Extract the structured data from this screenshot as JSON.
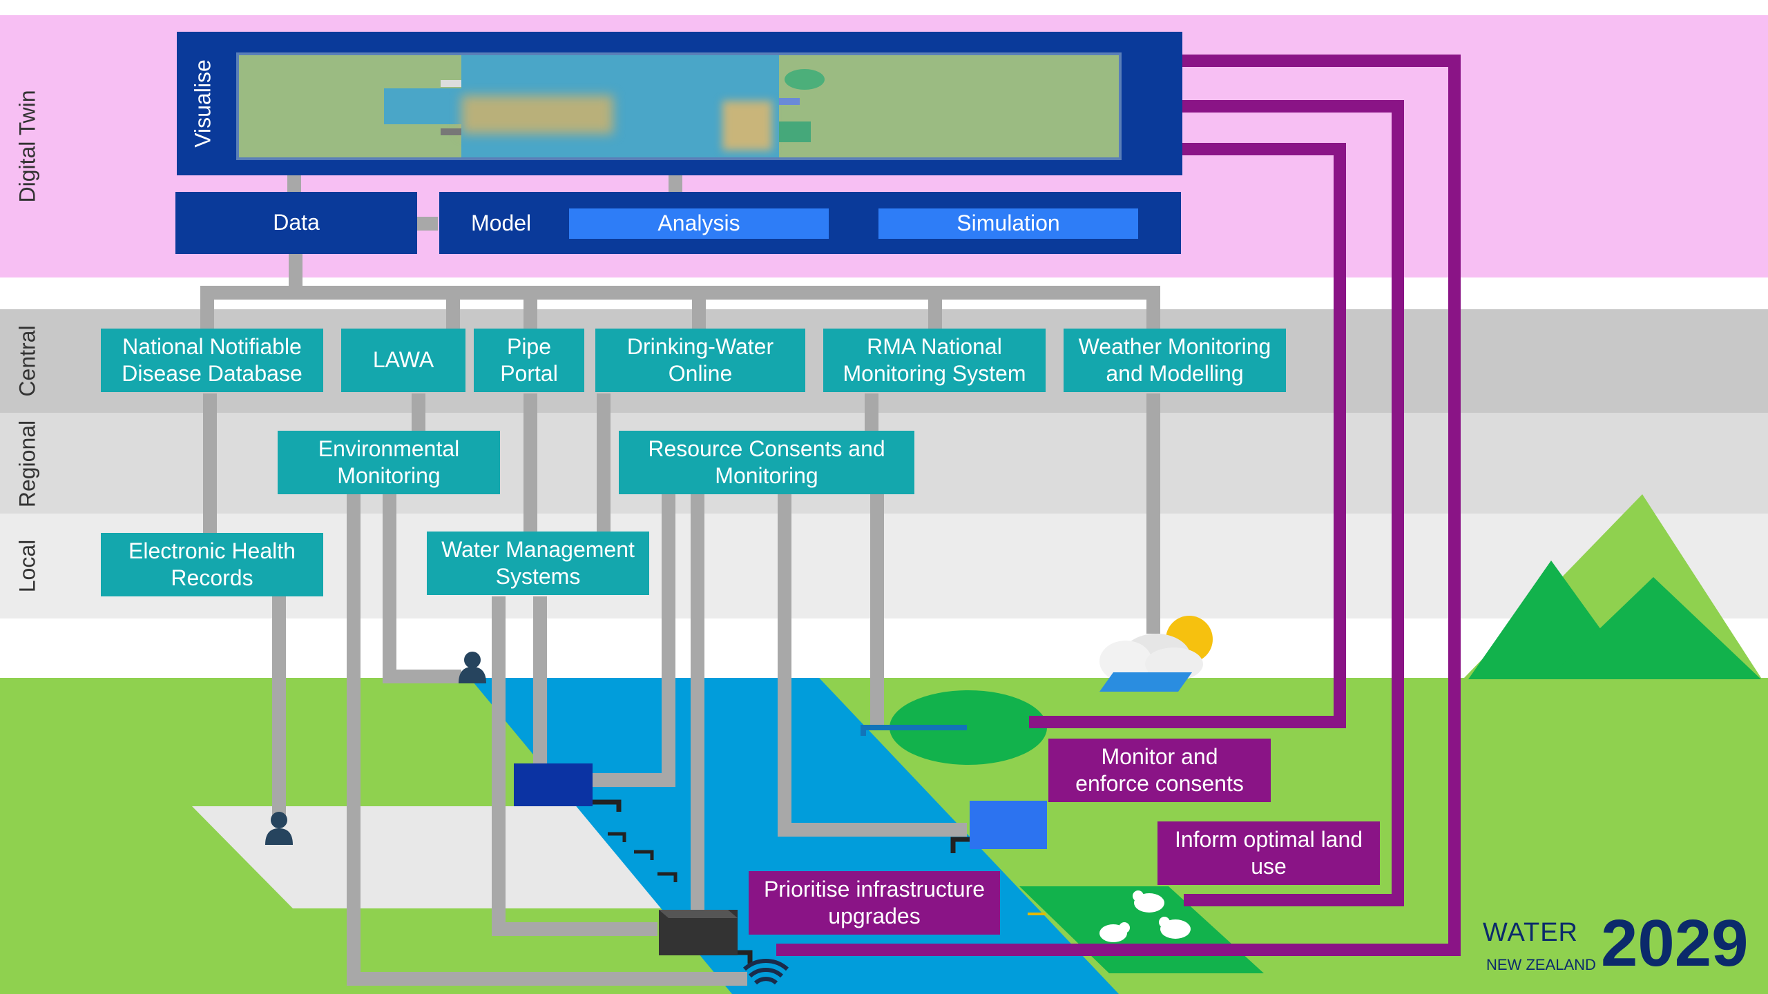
{
  "bands": {
    "digital_twin": "Digital Twin",
    "central": "Central",
    "regional": "Regional",
    "local": "Local"
  },
  "twin": {
    "visualise": "Visualise",
    "data": "Data",
    "model": "Model",
    "analysis": "Analysis",
    "simulation": "Simulation"
  },
  "central_systems": [
    "National Notifiable\nDisease Database",
    "LAWA",
    "Pipe\nPortal",
    "Drinking-Water\nOnline",
    "RMA National\nMonitoring System",
    "Weather Monitoring\nand Modelling"
  ],
  "regional_systems": [
    "Environmental\nMonitoring",
    "Resource Consents and\nMonitoring"
  ],
  "local_systems": [
    "Electronic Health\nRecords",
    "Water Management\nSystems"
  ],
  "outcomes": [
    "Monitor and\nenforce consents",
    "Inform optimal land\nuse",
    "Prioritise infrastructure\nupgrades"
  ],
  "brand": {
    "word": "WATER",
    "country": "NEW ZEALAND",
    "year": "2029"
  },
  "colors": {
    "digital_twin_band": "#f7bff3",
    "central_band": "#c8c8c8",
    "regional_band": "#dcdcdc",
    "local_band": "#ececec",
    "navy": "#0a3a9a",
    "teal": "#14a7ad",
    "purple": "#8a1486",
    "connector": "#a8a8a8",
    "grass": "#8fd14f",
    "river": "#019ddb"
  }
}
